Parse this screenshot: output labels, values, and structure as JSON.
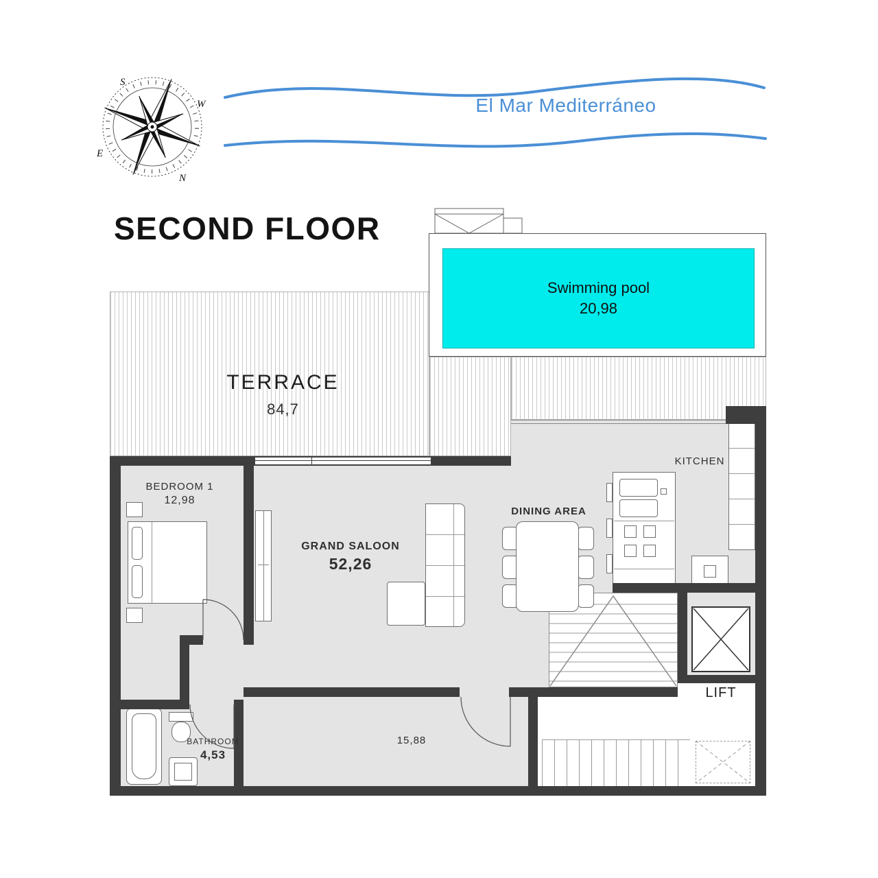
{
  "title": "SECOND FLOOR",
  "header": {
    "sea_label": "El Mar Mediterráneo",
    "compass": {
      "n": "N",
      "e": "E",
      "s": "S",
      "w": "W"
    }
  },
  "rooms": {
    "pool": {
      "label": "Swimming pool",
      "area": "20,98"
    },
    "terrace": {
      "label": "TERRACE",
      "area": "84,7"
    },
    "bedroom1": {
      "label": "BEDROOM 1",
      "area": "12,98"
    },
    "grand_saloon": {
      "label": "GRAND SALOON",
      "area": "52,26"
    },
    "dining": {
      "label": "DINING AREA"
    },
    "kitchen": {
      "label": "KITCHEN"
    },
    "bathroom": {
      "label": "BATHROOM",
      "area": "4,53"
    },
    "hallway": {
      "area": "15,88"
    },
    "lift": {
      "label": "LIFT"
    }
  },
  "colors": {
    "pool": "#00ecec",
    "poolborder": "#00b0b0",
    "wave": "#4a8fd6",
    "wall": "#3e3e3e",
    "floor": "#e4e4e4",
    "hatch": "#c9c9c9",
    "line": "#6e6e6e"
  }
}
